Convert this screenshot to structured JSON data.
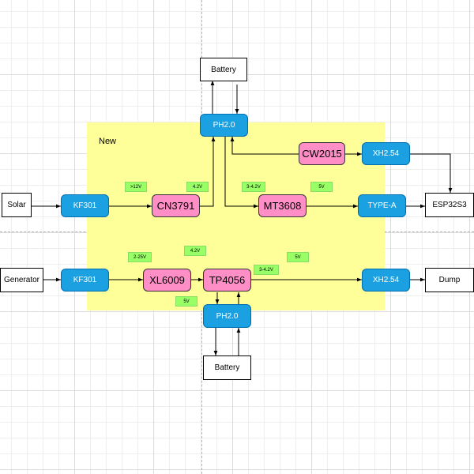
{
  "group": {
    "label": "New"
  },
  "nodes": {
    "battery_top": "Battery",
    "ph20_top": "PH2.0",
    "cw2015": "CW2015",
    "xh254_top": "XH2.54",
    "solar": "Solar",
    "kf301_solar": "KF301",
    "cn3791": "CN3791",
    "mt3608": "MT3608",
    "type_a": "TYPE-A",
    "esp32s3": "ESP32S3",
    "generator": "Generator",
    "kf301_gen": "KF301",
    "xl6009": "XL6009",
    "tp4056": "TP4056",
    "xh254_bottom": "XH2.54",
    "dump": "Dump",
    "ph20_bottom": "PH2.0",
    "battery_bottom": "Battery"
  },
  "labels": {
    "solar_in": ">12V",
    "cn_out": "4.2V",
    "mt_in": "3-4.2V",
    "mt_out": "5V",
    "xl_in": "2-25V",
    "xl_out": "4.2V",
    "tp_out": "3-4.2V",
    "xh_in": "5V",
    "tp_batt": "5V"
  },
  "colors": {
    "module_blue": "#1ba1e2",
    "module_pink": "#ff8ec6",
    "group_yellow": "#ffff99",
    "label_green": "#99ff66"
  }
}
